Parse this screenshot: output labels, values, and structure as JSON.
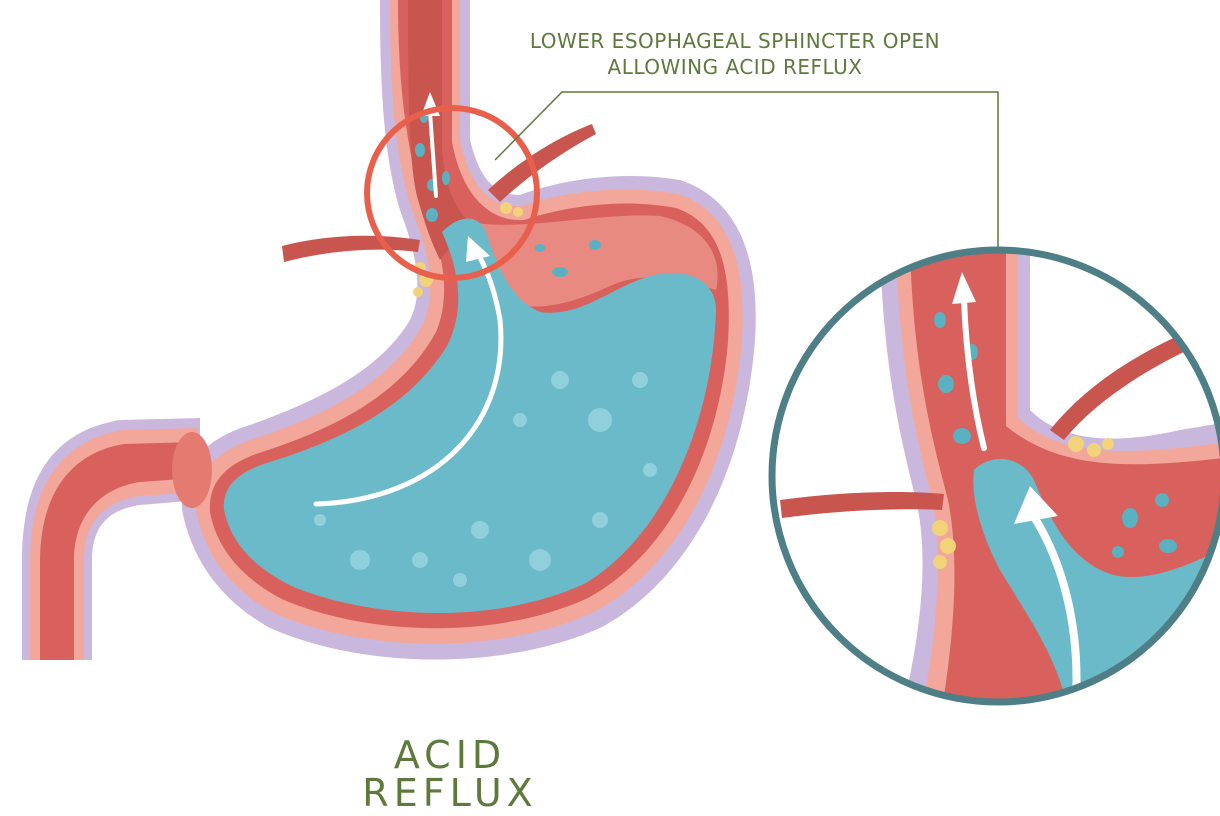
{
  "callout": {
    "line1": "LOWER ESOPHAGEAL SPHINCTER OPEN",
    "line2": "ALLOWING ACID REFLUX"
  },
  "title": {
    "line1": "ACID",
    "line2": "REFLUX"
  },
  "colors": {
    "text": "#5d7a3c",
    "muscle": "#d9615d",
    "lining": "#f3a79a",
    "acid": "#6bbac9",
    "outer": "#c9b7dd",
    "highlight_circle": "#e8604c",
    "zoom_circle": "#4e7f86",
    "fat": "#f2d37a",
    "arrow": "#ffffff"
  }
}
